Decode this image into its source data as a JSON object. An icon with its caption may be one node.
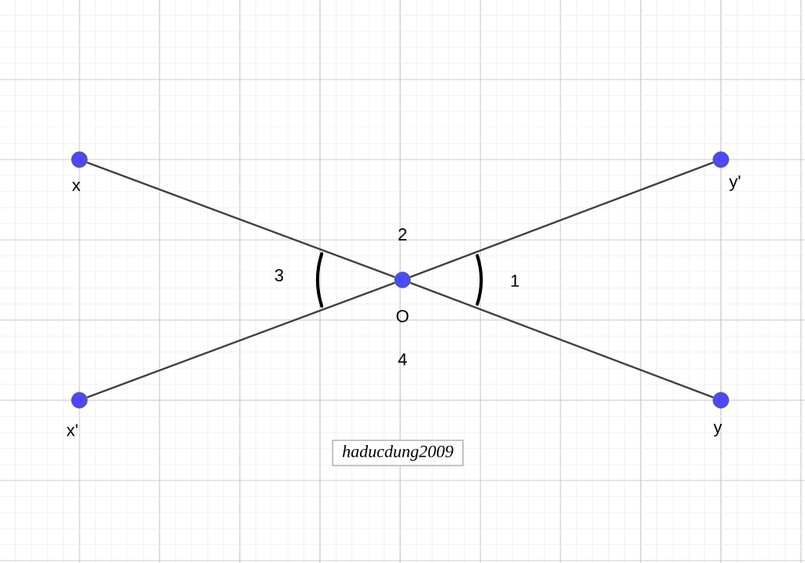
{
  "diagram": {
    "nodes": [
      {
        "text": [],
        "shape": "circle",
        "beside": [
          "x"
        ]
      },
      {
        "text": [],
        "shape": "circle",
        "beside": [
          "y'"
        ]
      },
      {
        "text": [],
        "shape": "circle",
        "beside": [
          "O"
        ]
      },
      {
        "text": [],
        "shape": "circle",
        "beside": [
          "x'"
        ]
      },
      {
        "text": [],
        "shape": "circle",
        "beside": [
          "y"
        ]
      },
      {
        "text": [
          "haducdung2009"
        ]
      }
    ],
    "edges": [
      {
        "from": 0,
        "to": 2,
        "arrow": "none"
      },
      {
        "from": 2,
        "to": 4,
        "arrow": "none"
      },
      {
        "from": 3,
        "to": 2,
        "arrow": "none"
      },
      {
        "from": 2,
        "to": 1,
        "arrow": "none"
      }
    ],
    "labels": [
      "2",
      "3",
      "1",
      "4"
    ]
  }
}
